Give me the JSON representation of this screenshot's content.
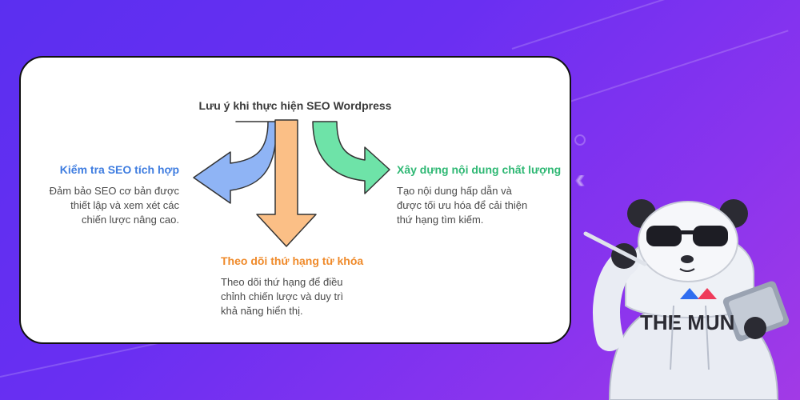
{
  "diagram": {
    "title": "Lưu ý khi thực hiện SEO Wordpress",
    "nodes": [
      {
        "id": "left",
        "title": "Kiểm tra SEO tích hợp",
        "desc_lines": [
          "Đảm bảo SEO cơ bản được",
          "thiết lập và xem xét các",
          "chiến lược nâng cao."
        ],
        "color": "#8fb4f5"
      },
      {
        "id": "middle",
        "title": "Theo dõi thứ hạng từ khóa",
        "desc_lines": [
          "Theo dõi thứ hạng để điều",
          "chỉnh chiến lược và duy trì",
          "khả năng hiển thị."
        ],
        "color": "#fbbf86"
      },
      {
        "id": "right",
        "title": "Xây dựng nội dung chất lượng",
        "desc_lines": [
          "Tạo nội dung hấp dẫn và",
          "được tối ưu hóa để cải thiện",
          "thứ hạng tìm kiếm."
        ],
        "color": "#6ee3a8"
      }
    ]
  },
  "mascot": {
    "hoodie_text": "THE MUN",
    "icon": "panda-mascot-icon"
  },
  "colors": {
    "background": "#6a2ff2",
    "left_title": "#3f7de0",
    "middle_title": "#ef8a2a",
    "right_title": "#2fb874"
  }
}
